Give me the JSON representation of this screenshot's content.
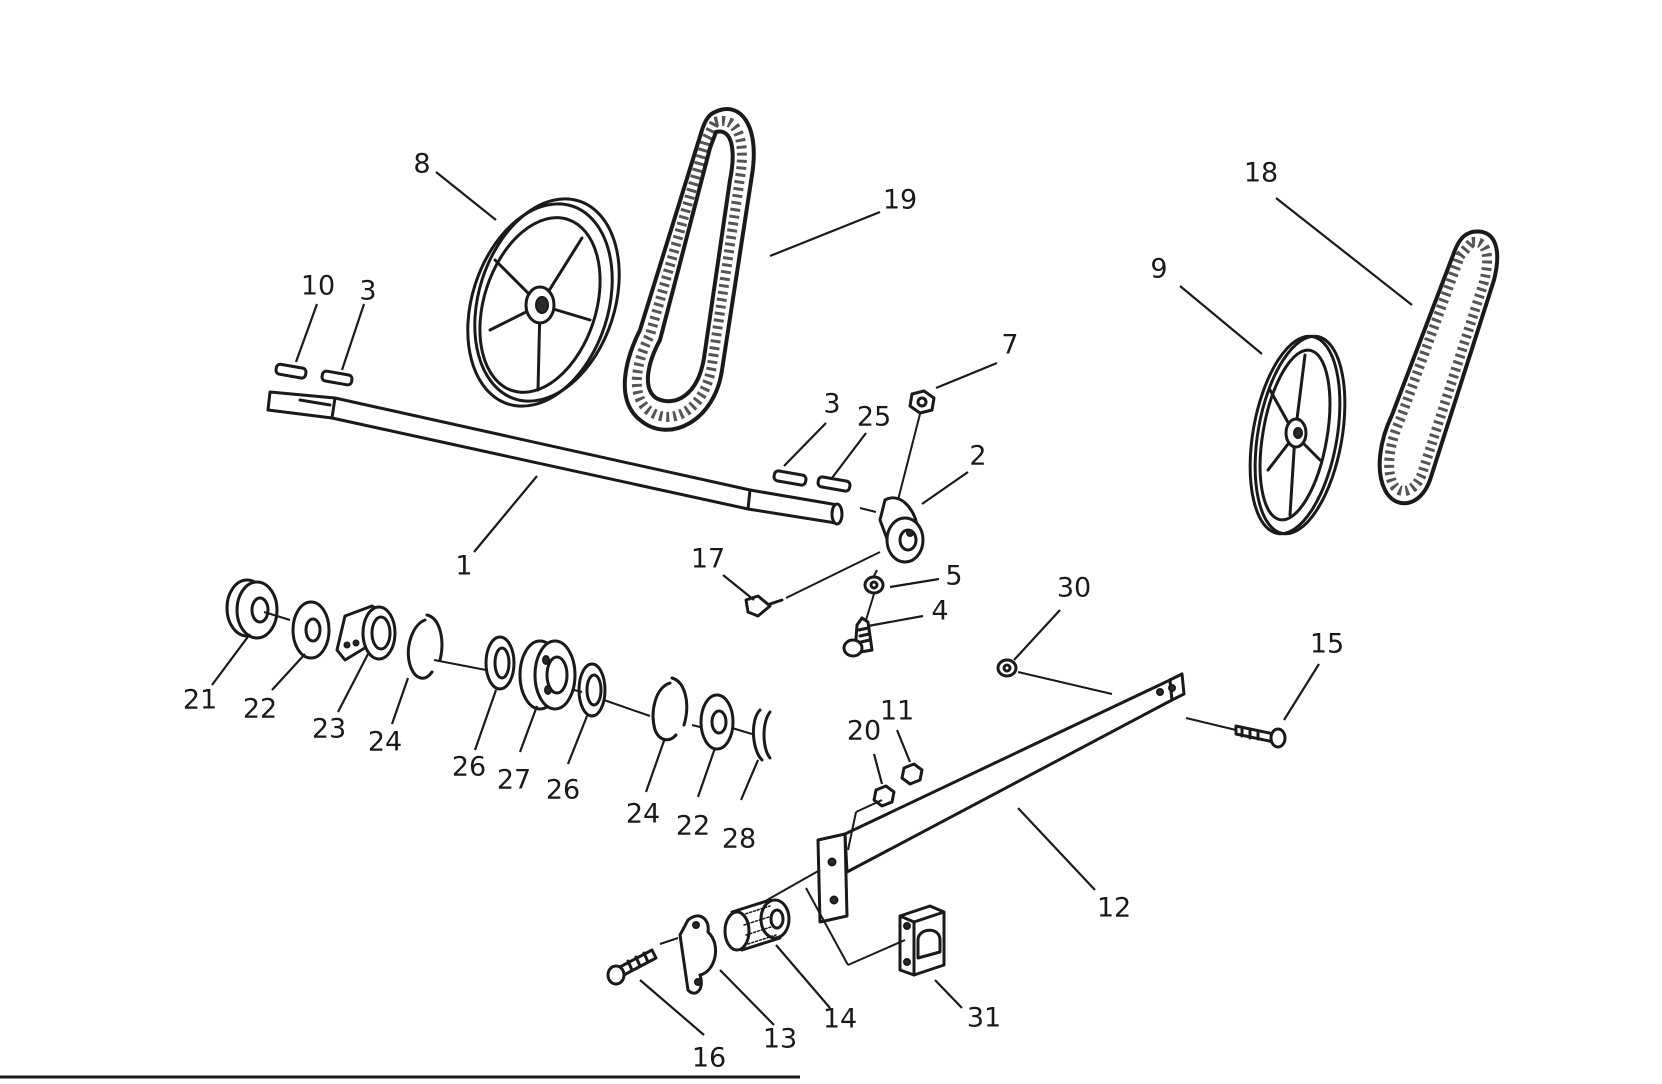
{
  "callouts": [
    {
      "id": "c8",
      "text": "8"
    },
    {
      "id": "c19",
      "text": "19"
    },
    {
      "id": "c10",
      "text": "10"
    },
    {
      "id": "c3a",
      "text": "3"
    },
    {
      "id": "c1",
      "text": "1"
    },
    {
      "id": "c3b",
      "text": "3"
    },
    {
      "id": "c25",
      "text": "25"
    },
    {
      "id": "c7",
      "text": "7"
    },
    {
      "id": "c2",
      "text": "2"
    },
    {
      "id": "c17",
      "text": "17"
    },
    {
      "id": "c5",
      "text": "5"
    },
    {
      "id": "c4",
      "text": "4"
    },
    {
      "id": "c18",
      "text": "18"
    },
    {
      "id": "c9",
      "text": "9"
    },
    {
      "id": "c21",
      "text": "21"
    },
    {
      "id": "c22a",
      "text": "22"
    },
    {
      "id": "c23",
      "text": "23"
    },
    {
      "id": "c24a",
      "text": "24"
    },
    {
      "id": "c26a",
      "text": "26"
    },
    {
      "id": "c27",
      "text": "27"
    },
    {
      "id": "c26b",
      "text": "26"
    },
    {
      "id": "c24b",
      "text": "24"
    },
    {
      "id": "c22b",
      "text": "22"
    },
    {
      "id": "c28",
      "text": "28"
    },
    {
      "id": "c30",
      "text": "30"
    },
    {
      "id": "c15",
      "text": "15"
    },
    {
      "id": "c20",
      "text": "20"
    },
    {
      "id": "c11",
      "text": "11"
    },
    {
      "id": "c12",
      "text": "12"
    },
    {
      "id": "c16",
      "text": "16"
    },
    {
      "id": "c13",
      "text": "13"
    },
    {
      "id": "c14",
      "text": "14"
    },
    {
      "id": "c31",
      "text": "31"
    }
  ]
}
